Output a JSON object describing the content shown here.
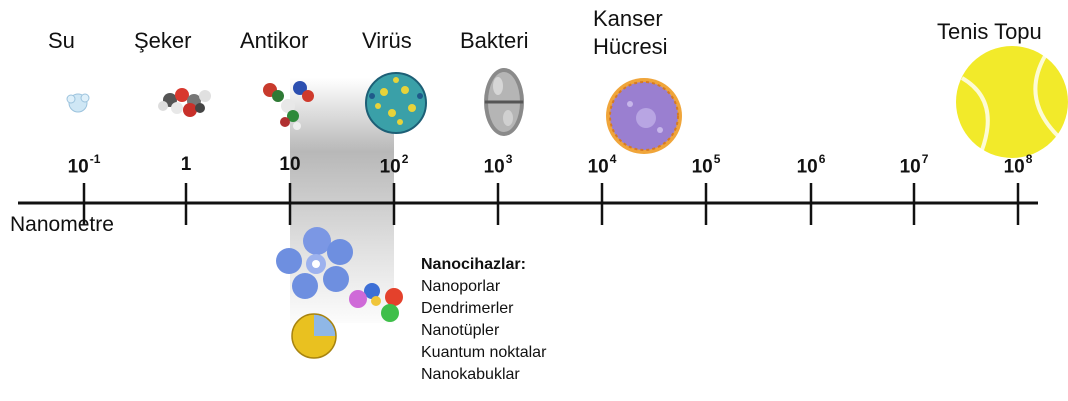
{
  "categories": [
    {
      "label": "Su"
    },
    {
      "label": "Şeker"
    },
    {
      "label": "Antikor"
    },
    {
      "label": "Virüs"
    },
    {
      "label": "Bakteri"
    },
    {
      "label": "Kanser\nHücresi"
    },
    {
      "label": "Tenis Topu"
    }
  ],
  "axis": {
    "unit_label": "Nanometre",
    "ticks": [
      {
        "base": "10",
        "exp": "-1"
      },
      {
        "base": "1",
        "exp": ""
      },
      {
        "base": "10",
        "exp": ""
      },
      {
        "base": "10",
        "exp": "2"
      },
      {
        "base": "10",
        "exp": "3"
      },
      {
        "base": "10",
        "exp": "4"
      },
      {
        "base": "10",
        "exp": "5"
      },
      {
        "base": "10",
        "exp": "6"
      },
      {
        "base": "10",
        "exp": "7"
      },
      {
        "base": "10",
        "exp": "8"
      }
    ]
  },
  "nanodevices": {
    "heading": "Nanocihazlar:",
    "items": [
      "Nanoporlar",
      "Dendrimerler",
      "Nanotüpler",
      "Kuantum noktalar",
      "Nanokabuklar"
    ]
  },
  "colors": {
    "axis": "#111111",
    "shade": "#a0a0a0",
    "tennis_ball": "#f2ea2a",
    "cancer_cell": "#9a7fd0",
    "virus": "#3aa0a8",
    "dendrimer": "#6e8fe0"
  }
}
